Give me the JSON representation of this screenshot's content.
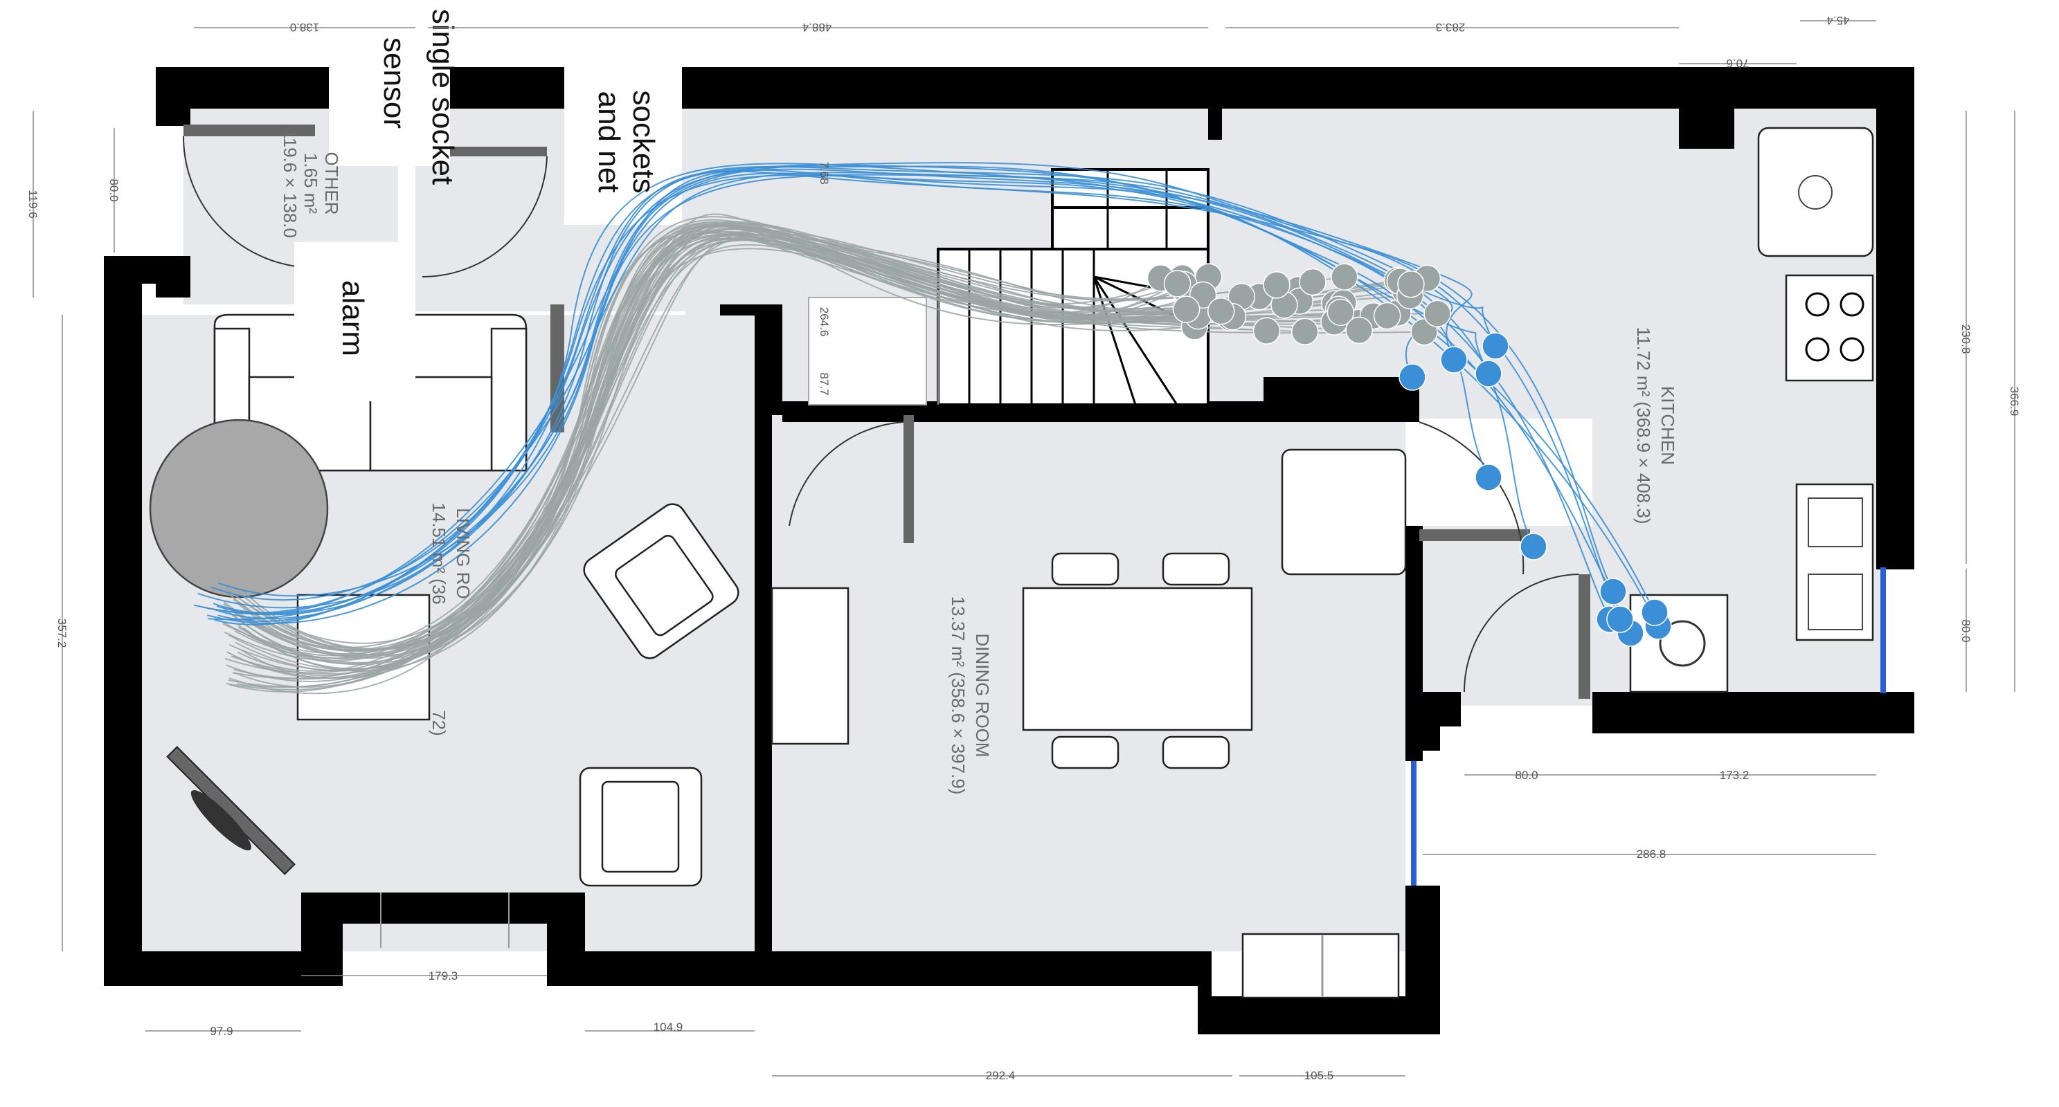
{
  "rooms": {
    "other": {
      "name": "OTHER",
      "area": "1.65 m²",
      "size": "119.6 × 138.0"
    },
    "living": {
      "name_partial": "LIVING RO",
      "area_partial": "14.51 m² (36",
      "size_tail": "72)"
    },
    "dining": {
      "name": "DINING ROOM",
      "area_line": "13.37 m² (358.6 × 397.9)"
    },
    "kitchen": {
      "name": "KITCHEN",
      "area_line": "11.72 m² (368.9 × 408.3)"
    },
    "stairs": {
      "label_a": "7.68",
      "label_b": "264.6",
      "label_c": "87.7"
    }
  },
  "notes": {
    "single_socket": "single socket",
    "smoke_sensor": "sensor",
    "sockets_net_1": "sockets",
    "sockets_net_2": "and net",
    "alarm": "alarm"
  },
  "dimensions": {
    "top_left": "138.0",
    "top_middle": "488.4",
    "top_right": "283.3",
    "top_far_right": "45.4",
    "small_right": "70.6",
    "left_door": "80.0",
    "left_short": "119.6",
    "left_long": "357.2",
    "right_upper": "230.8",
    "right_total": "366.9",
    "right_lower": "80.0",
    "bottom_979": "97.9",
    "bottom_1793": "179.3",
    "bottom_1049": "104.9",
    "bottom_2924": "292.4",
    "bottom_1055": "105.5",
    "kitchen_door": "80.0",
    "kitchen_right": "173.2",
    "kitchen_total": "286.8"
  },
  "trajectories": {
    "colors": {
      "gray": "#9aa5a3",
      "blue": "#3a8fd6"
    },
    "gray_endpoints": 42,
    "blue_endpoints": 12
  }
}
